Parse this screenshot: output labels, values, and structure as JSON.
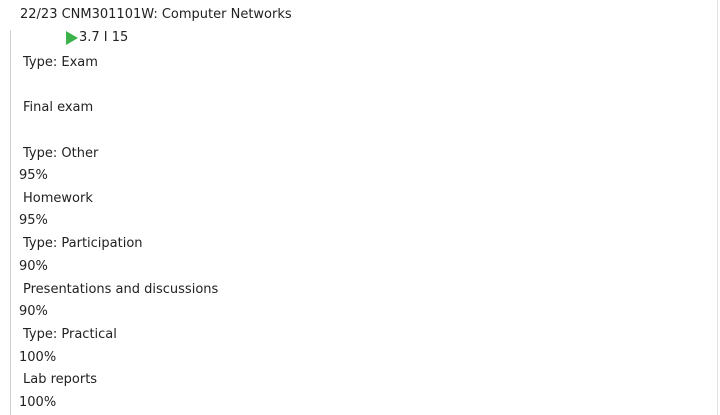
{
  "course": {
    "title": "22/23 CNM301101W: Computer Networks",
    "rating": "3.7 I 15",
    "accent_color": "#3cb34a",
    "icon": "play-icon"
  },
  "grading": [
    {
      "type_label": "Type: Exam"
    },
    {
      "item_label": "Final exam"
    },
    {
      "type_label": "Type: Other",
      "type_percent": "95%",
      "item_label": "Homework",
      "item_percent": "95%"
    },
    {
      "type_label": "Type: Participation",
      "type_percent": "90%",
      "item_label": "Presentations and discussions",
      "item_percent": "90%"
    },
    {
      "type_label": "Type: Practical",
      "type_percent": "100%",
      "item_label": "Lab reports",
      "item_percent": "100%"
    }
  ]
}
